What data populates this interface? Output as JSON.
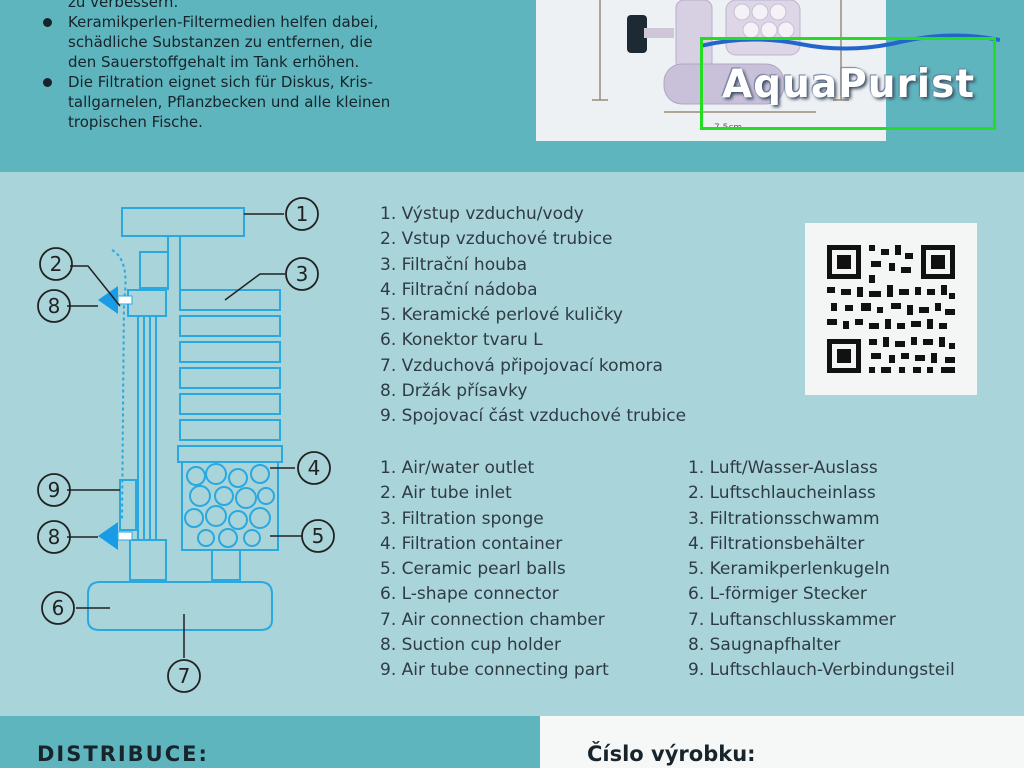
{
  "top_text": {
    "partial_line": "zu verbessern.",
    "bullets": [
      [
        "Keramikperlen-Filtermedien helfen dabei,",
        "schädliche Substanzen zu entfernen, die",
        "den Sauerstoffgehalt im Tank erhöhen."
      ],
      [
        "Die Filtration eignet sich für Diskus, Kris-",
        "tallgarnelen, Pflanzbecken und alle kleinen",
        "tropischen Fische."
      ]
    ]
  },
  "photo": {
    "dimension_label": "7.5cm"
  },
  "logo": {
    "text": "AquaPurist",
    "frame_color": "#22dd22"
  },
  "diagram": {
    "callouts": [
      "1",
      "2",
      "3",
      "4",
      "5",
      "6",
      "7",
      "8",
      "9",
      "8"
    ]
  },
  "parts_cz": [
    "1. Výstup vzduchu/vody",
    "2. Vstup vzduchové trubice",
    "3. Filtrační houba",
    "4. Filtrační nádoba",
    "5. Keramické perlové kuličky",
    "6. Konektor tvaru L",
    "7. Vzduchová připojovací komora",
    "8. Držák přísavky",
    "9. Spojovací část vzduchové trubice"
  ],
  "parts_en": [
    "1. Air/water outlet",
    "2. Air tube inlet",
    "3. Filtration sponge",
    "4. Filtration container",
    "5. Ceramic pearl balls",
    "6. L-shape connector",
    "7. Air connection chamber",
    "8. Suction cup holder",
    "9. Air tube connecting part"
  ],
  "parts_de": [
    "1. Luft/Wasser-Auslass",
    "2. Luftschlaucheinlass",
    "3. Filtrationsschwamm",
    "4. Filtrationsbehälter",
    "5. Keramikperlenkugeln",
    "6. L-förmiger Stecker",
    "7. Luftanschlusskammer",
    "8. Saugnapfhalter",
    "9. Luftschlauch-Verbindungsteil"
  ],
  "bottom": {
    "distribuce": "DISTRIBUCE:",
    "cislo": "Číslo výrobku:"
  },
  "colors": {
    "teal_band": "#5fb5bd",
    "light_teal": "#a9d4d9",
    "diagram_line": "#2aa8e0",
    "suction_cup": "#1a9be6"
  }
}
